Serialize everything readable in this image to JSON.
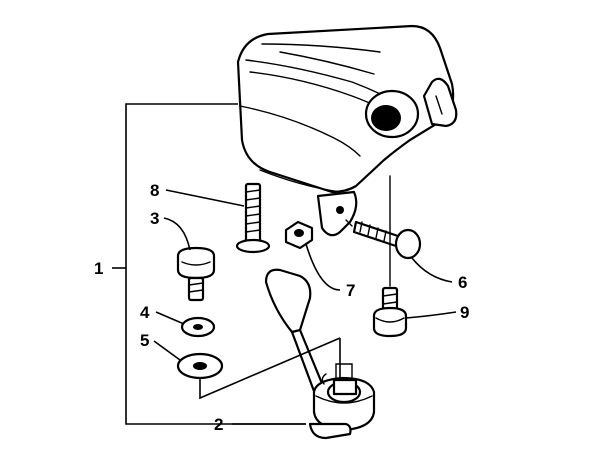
{
  "callouts": {
    "c1": "1",
    "c2": "2",
    "c3": "3",
    "c4": "4",
    "c5": "5",
    "c6": "6",
    "c7": "7",
    "c8": "8",
    "c9": "9"
  },
  "colors": {
    "ink": "#000000",
    "background": "#ffffff"
  }
}
